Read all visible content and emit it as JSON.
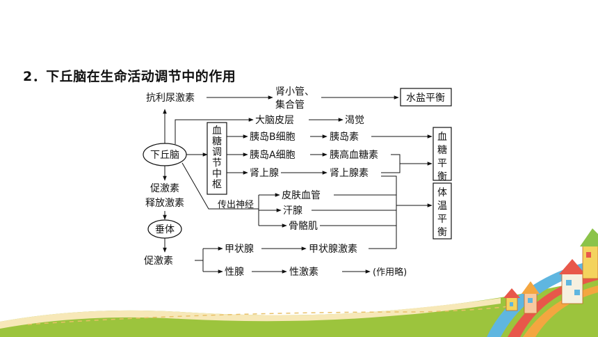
{
  "heading": "2．下丘脑在生命活动调节中的作用",
  "nodes": {
    "hypothalamus": "下丘脑",
    "adh": "抗利尿激素",
    "kidney_line1": "肾小管、",
    "kidney_line2": "集合管",
    "water_salt": "水盐平衡",
    "cortex": "大脑皮层",
    "thirst": "渴觉",
    "sugar_center": "血糖调节中枢",
    "islet_b": "胰岛B细胞",
    "insulin": "胰岛素",
    "islet_a": "胰岛A细胞",
    "glucagon": "胰高血糖素",
    "blood_sugar_balance": "血糖平衡",
    "adrenal": "肾上腺",
    "adrenaline": "肾上腺素",
    "efferent_nerve": "传出神经",
    "skin_vessel": "皮肤血管",
    "sweat_gland": "汗腺",
    "skeletal_muscle": "骨骼肌",
    "body_temp_balance": "体温平衡",
    "releasing_line1": "促激素",
    "releasing_line2": "释放激素",
    "pituitary": "垂体",
    "tropic": "促激素",
    "thyroid": "甲状腺",
    "thyroxine": "甲状腺激素",
    "gonad": "性腺",
    "sex_hormone": "性激素",
    "omitted": "(作用略)"
  }
}
